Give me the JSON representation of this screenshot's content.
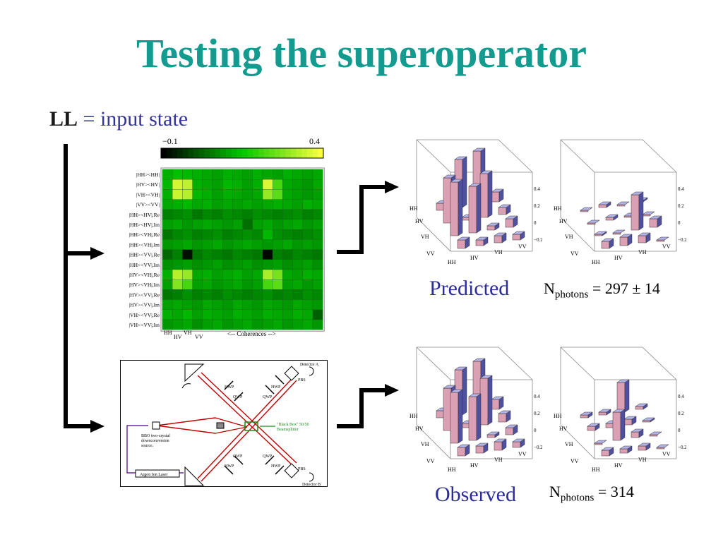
{
  "slide": {
    "title": "Testing the superoperator",
    "input_label": "LL",
    "input_eq": "=",
    "input_desc": "input state"
  },
  "superoperator_plot": {
    "colorbar": {
      "min_label": "−0.1",
      "max_label": "0.4",
      "min": -0.1,
      "max": 0.4
    },
    "row_labels": [
      "|HH><HH|",
      "|HV><HV|",
      "|VH><VH|",
      "|VV><VV|",
      "|HH><HV|,Re",
      "|HH><HV|,Im",
      "|HH><VH|,Re",
      "|HH><VH|,Im",
      "|HH><VV|,Re",
      "|HH><VV|,Im",
      "|HV><VH|,Re",
      "|HV><VH|,Im",
      "|HV><VV|,Re",
      "|HV><VV|,Im",
      "|VH><VV|,Re",
      "|VH><VV|,Im"
    ],
    "col_labels": [
      "HH",
      "HV",
      "VH",
      "VV"
    ],
    "coherences_label": "<-- Coherences -->",
    "cells": [
      [
        0.12,
        0.14,
        0.13,
        0.12,
        0.11,
        0.1,
        0.12,
        0.11,
        0.1,
        0.12,
        0.11,
        0.1,
        0.12,
        0.11,
        0.1,
        0.11
      ],
      [
        0.13,
        0.36,
        0.34,
        0.12,
        0.11,
        0.1,
        0.13,
        0.12,
        0.1,
        0.12,
        0.37,
        0.22,
        0.11,
        0.1,
        0.09,
        0.11
      ],
      [
        0.12,
        0.35,
        0.33,
        0.13,
        0.12,
        0.1,
        0.12,
        0.11,
        0.1,
        0.11,
        0.3,
        0.24,
        0.11,
        0.1,
        0.09,
        0.1
      ],
      [
        0.11,
        0.12,
        0.13,
        0.11,
        0.12,
        0.1,
        0.11,
        0.1,
        0.11,
        0.1,
        0.11,
        0.12,
        0.11,
        0.1,
        0.12,
        0.11
      ],
      [
        0.06,
        0.07,
        0.08,
        0.05,
        0.07,
        0.06,
        0.08,
        0.07,
        0.06,
        0.08,
        0.07,
        0.06,
        0.07,
        0.08,
        0.06,
        0.07
      ],
      [
        0.1,
        0.11,
        0.09,
        0.1,
        0.11,
        0.1,
        0.09,
        0.1,
        0.04,
        0.1,
        0.11,
        0.09,
        0.1,
        0.11,
        0.09,
        0.1
      ],
      [
        0.05,
        0.07,
        0.08,
        0.06,
        0.07,
        0.08,
        0.06,
        0.07,
        0.08,
        0.07,
        0.13,
        0.08,
        0.07,
        0.06,
        0.07,
        0.08
      ],
      [
        0.09,
        0.1,
        0.11,
        0.09,
        0.1,
        0.11,
        0.09,
        0.1,
        0.11,
        0.1,
        0.09,
        0.1,
        0.11,
        0.09,
        0.1,
        0.09
      ],
      [
        0.03,
        0.06,
        -0.08,
        0.05,
        0.07,
        0.06,
        0.05,
        0.07,
        0.06,
        0.05,
        -0.09,
        0.06,
        0.05,
        0.07,
        0.06,
        0.05
      ],
      [
        0.08,
        0.09,
        0.1,
        0.08,
        0.09,
        0.1,
        0.08,
        0.09,
        0.1,
        0.08,
        0.09,
        0.1,
        0.08,
        0.09,
        0.1,
        0.08
      ],
      [
        0.12,
        0.33,
        0.3,
        0.11,
        0.12,
        0.1,
        0.11,
        0.12,
        0.1,
        0.11,
        0.32,
        0.27,
        0.11,
        0.1,
        0.12,
        0.11
      ],
      [
        0.1,
        0.28,
        0.22,
        0.1,
        0.11,
        0.09,
        0.1,
        0.11,
        0.09,
        0.1,
        0.22,
        0.24,
        0.1,
        0.11,
        0.09,
        0.1
      ],
      [
        0.05,
        0.06,
        0.08,
        0.06,
        0.07,
        0.06,
        0.08,
        0.07,
        0.06,
        0.07,
        0.08,
        0.06,
        0.07,
        0.06,
        0.08,
        0.07
      ],
      [
        0.1,
        0.11,
        0.1,
        0.09,
        0.11,
        0.1,
        0.09,
        0.11,
        0.1,
        0.09,
        0.11,
        0.1,
        0.09,
        0.11,
        0.1,
        0.09
      ],
      [
        0.12,
        0.11,
        0.13,
        0.1,
        0.12,
        0.11,
        0.1,
        0.12,
        0.11,
        0.1,
        0.12,
        0.11,
        0.1,
        0.12,
        0.11,
        0.02
      ],
      [
        0.09,
        0.1,
        0.11,
        0.08,
        0.1,
        0.11,
        0.09,
        0.1,
        0.11,
        0.09,
        0.1,
        0.11,
        0.09,
        0.1,
        0.11,
        0.09
      ]
    ]
  },
  "setup_diagram": {
    "detector_a": "Detector A",
    "detector_b": "Detector B",
    "pbs": "PBS",
    "hwp": "HWP",
    "qwp": "QWP",
    "black_box_1": "\"Black Box\" 50/50",
    "black_box_2": "Beamsplitter",
    "bbo_1": "BBO two-crystal",
    "bbo_2": "downconversion",
    "bbo_3": "source.",
    "laser": "Argon Ion Laser"
  },
  "bar_axis": {
    "rows": [
      "HH",
      "HV",
      "VH",
      "VV"
    ],
    "cols": [
      "HH",
      "HV",
      "VH",
      "VV"
    ],
    "ticks": [
      "0.4",
      "0.2",
      "0",
      "−0.2"
    ]
  },
  "predicted": {
    "caption": "Predicted",
    "n_prefix": "N",
    "n_sub": "photons",
    "n_value": "= 297 ± 14",
    "real": [
      [
        0.05,
        0.34,
        0.38,
        0.07
      ],
      [
        0.32,
        0.02,
        0.31,
        0.05
      ],
      [
        0.38,
        0.33,
        0.03,
        0.06
      ],
      [
        0.06,
        0.04,
        0.05,
        0.04
      ]
    ],
    "imag": [
      [
        0.0,
        0.02,
        0.0,
        0.01
      ],
      [
        0.0,
        0.02,
        0.01,
        0.0
      ],
      [
        0.01,
        0.0,
        0.25,
        0.06
      ],
      [
        0.05,
        0.06,
        0.05,
        0.0
      ]
    ]
  },
  "observed": {
    "caption": "Observed",
    "n_prefix": "N",
    "n_sub": "photons",
    "n_value": "= 314",
    "real": [
      [
        0.05,
        0.32,
        0.36,
        0.07
      ],
      [
        0.3,
        0.03,
        0.33,
        0.06
      ],
      [
        0.36,
        0.31,
        0.02,
        0.05
      ],
      [
        0.06,
        0.05,
        0.06,
        0.04
      ]
    ],
    "imag": [
      [
        0.02,
        0.02,
        0.21,
        0.02
      ],
      [
        0.03,
        0.03,
        0.04,
        0.01
      ],
      [
        0.0,
        0.2,
        0.04,
        0.0
      ],
      [
        0.04,
        0.03,
        0.03,
        0.0
      ]
    ]
  },
  "colors": {
    "title": "#149b8f",
    "bar_top": "#b4b4e8",
    "bar_side": "#dca0b4",
    "bar_side_dark": "#5050a0"
  }
}
